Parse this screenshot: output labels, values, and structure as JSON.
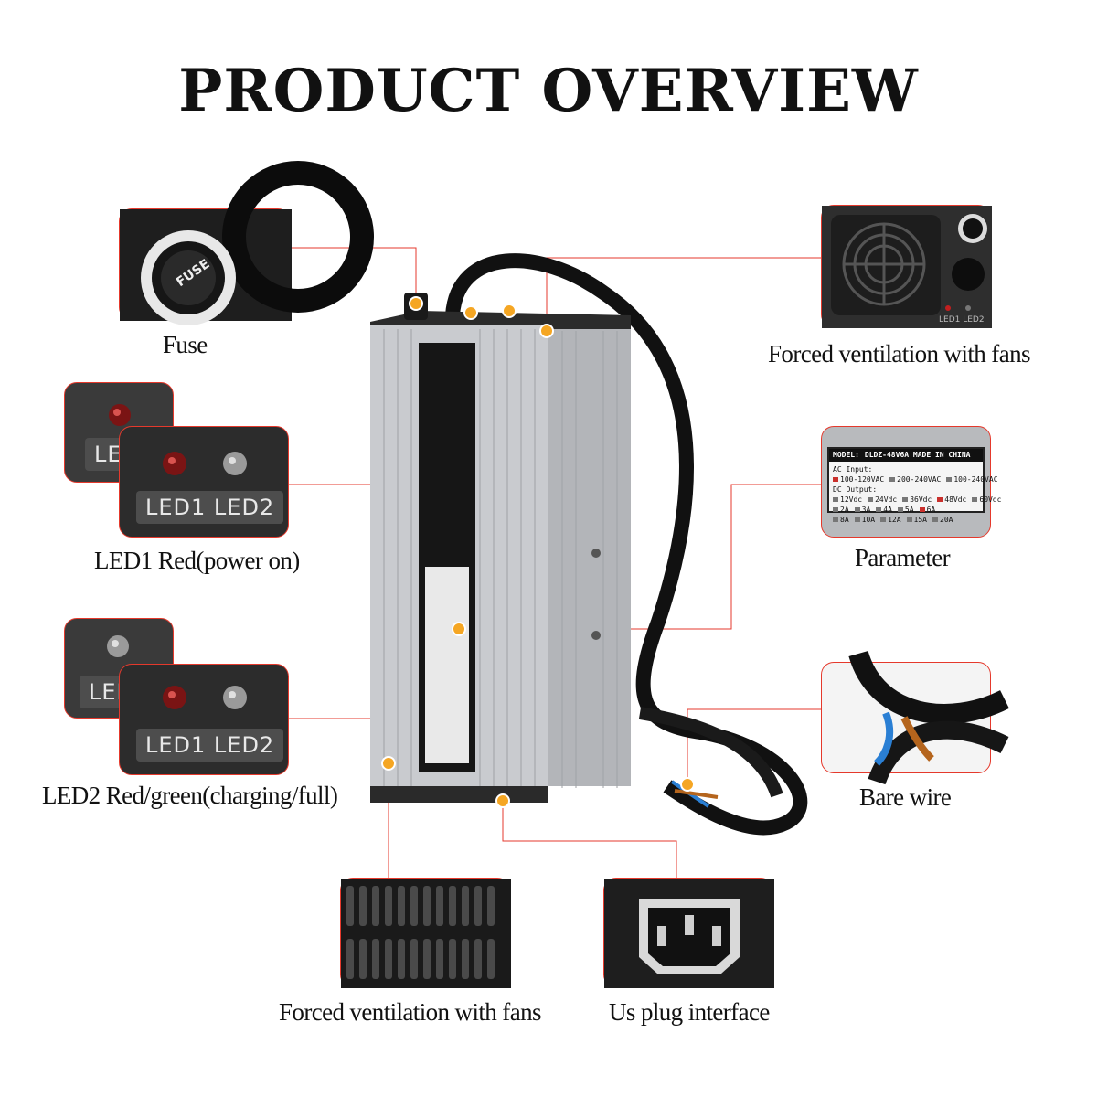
{
  "title": "PRODUCT OVERVIEW",
  "captions": {
    "fuse": "Fuse",
    "fan_top": "Forced ventilation with fans",
    "led1": "LED1 Red(power on)",
    "parameter": "Parameter",
    "led2": "LED2 Red/green(charging/full)",
    "bare_wire": "Bare wire",
    "fan_bottom": "Forced ventilation with fans",
    "us_plug": "Us plug interface"
  },
  "panel_texts": {
    "fuse_cap": "FUSE",
    "led1": "LED1",
    "led2": "LED2",
    "led_small": "LED1 LED2"
  },
  "parameter_label": {
    "model": "MODEL:",
    "model_value": "DLDZ-48V6A MADE IN CHINA",
    "ac_input": "AC Input:",
    "ac_options": [
      "100-120VAC",
      "200-240VAC",
      "100-240VAC"
    ],
    "dc_output": "DC Output:",
    "dc_voltages": [
      "12Vdc",
      "24Vdc",
      "36Vdc",
      "48Vdc",
      "60Vdc"
    ],
    "dc_currents_1": [
      "2A",
      "3A",
      "4A",
      "5A",
      "6A"
    ],
    "dc_currents_2": [
      "8A",
      "10A",
      "12A",
      "15A",
      "20A"
    ]
  },
  "colors": {
    "callout_line": "#e5392c",
    "marker": "#f5a623",
    "led_red": "#9b1b1b",
    "housing": "#c9cbcf"
  }
}
